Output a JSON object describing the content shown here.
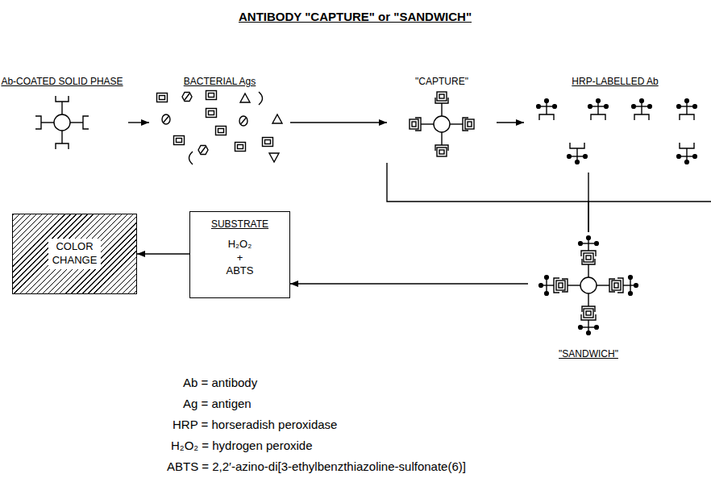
{
  "diagram": {
    "title": "ANTIBODY \"CAPTURE\" or \"SANDWICH\"",
    "nodes": [
      {
        "text": [
          "Ab-COATED SOLID PHASE"
        ]
      },
      {
        "text": [
          "BACTERIAL Ags"
        ]
      },
      {
        "text": [
          "\"CAPTURE\""
        ]
      },
      {
        "text": [
          "HRP-LABELLED Ab"
        ]
      },
      {
        "text": [
          "\"SANDWICH\""
        ]
      },
      {
        "text": [
          "SUBSTRATE",
          "H₂O₂ + ABTS"
        ]
      },
      {
        "text": [
          "COLOR CHANGE"
        ]
      }
    ],
    "edges": [
      {
        "from": 0,
        "to": 1,
        "arrow": "to"
      },
      {
        "from": 1,
        "to": 2,
        "arrow": "to"
      },
      {
        "from": 2,
        "to": 3,
        "arrow": "to"
      },
      {
        "from": 2,
        "to": 4,
        "arrow": "none"
      },
      {
        "from": 3,
        "to": 4,
        "arrow": "none"
      },
      {
        "from": 4,
        "to": 5,
        "arrow": "to"
      },
      {
        "from": 5,
        "to": 6,
        "arrow": "to"
      }
    ],
    "labels": [
      "Ab = antibody",
      "Ag = antigen",
      "HRP = horseradish peroxidase",
      "H₂O₂ = hydrogen peroxide",
      "ABTS = 2,2′-azino-di[3-ethylbenzthiazoline-sulfonate(6)]"
    ]
  }
}
